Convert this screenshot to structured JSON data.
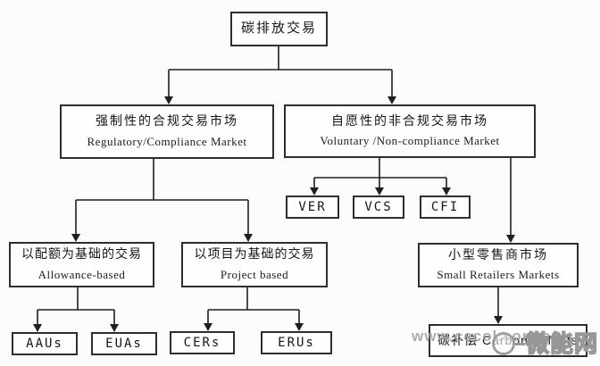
{
  "page": {
    "background": "#fcfcfc",
    "box_border_color": "#2e2e2e",
    "line_color": "#1f1f1f",
    "text_color": "#161616",
    "watermark_color": "#9e9e9e"
  },
  "nodes": {
    "root": {
      "zh": "碳排放交易"
    },
    "compliance": {
      "zh": "强制性的合规交易市场",
      "en": "Regulatory/Compliance Market"
    },
    "voluntary": {
      "zh": "自愿性的非合规交易市场",
      "en": "Voluntary /Non-compliance Market"
    },
    "ver": {
      "label": "VER"
    },
    "vcs": {
      "label": "VCS"
    },
    "cfi": {
      "label": "CFI"
    },
    "allowance": {
      "zh": "以配额为基础的交易",
      "en": "Allowance-based"
    },
    "project": {
      "zh": "以项目为基础的交易",
      "en": "Project based"
    },
    "retailers": {
      "zh": "小型零售商市场",
      "en": "Small Retailers Markets"
    },
    "aaus": {
      "label": "AAUs"
    },
    "euas": {
      "label": "EUAs"
    },
    "cers": {
      "label": "CERs"
    },
    "erus": {
      "label": "ERUs"
    },
    "offsets": {
      "label": "碳补偿 Carbon Offsets"
    }
  },
  "watermark": {
    "text": "www.cecol.com.cn"
  },
  "logo": {
    "text": "微能网"
  }
}
